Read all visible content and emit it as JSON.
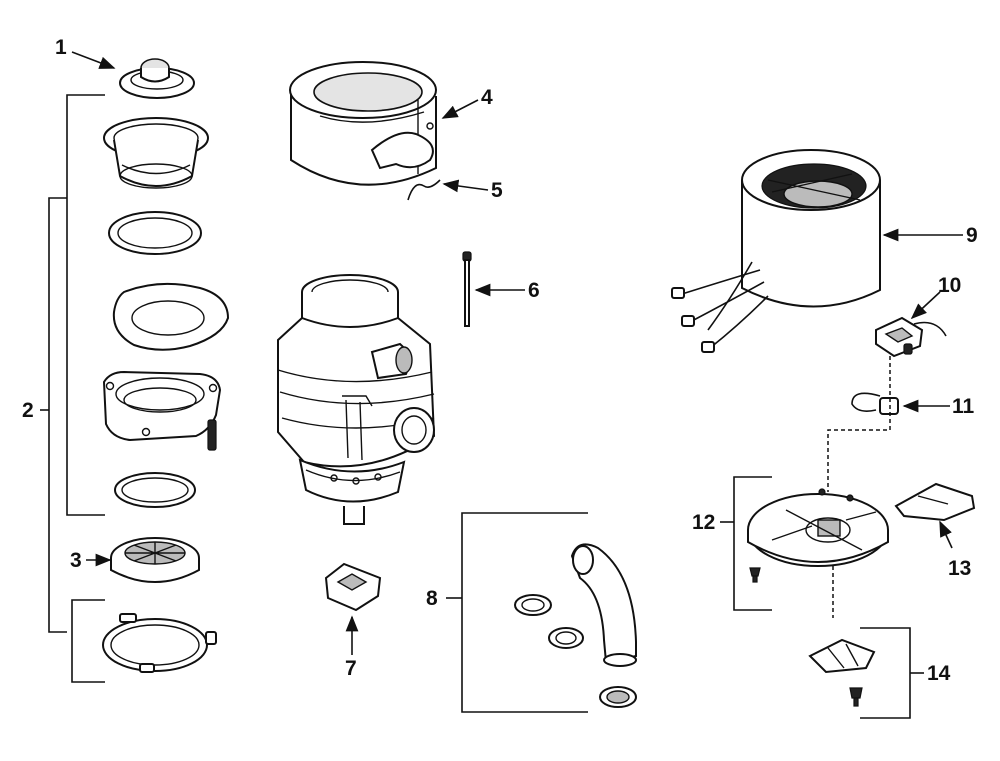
{
  "callouts": {
    "c1": "1",
    "c2": "2",
    "c3": "3",
    "c4": "4",
    "c5": "5",
    "c6": "6",
    "c7": "7",
    "c8": "8",
    "c9": "9",
    "c10": "10",
    "c11": "11",
    "c12": "12",
    "c13": "13",
    "c14": "14"
  },
  "icons": {
    "stopper": "sink-stopper-icon",
    "flange": "sink-flange-icon",
    "motor_housing": "disposer-body-icon",
    "stator": "motor-stator-icon"
  },
  "colors": {
    "ink": "#111111",
    "paper": "#ffffff"
  }
}
